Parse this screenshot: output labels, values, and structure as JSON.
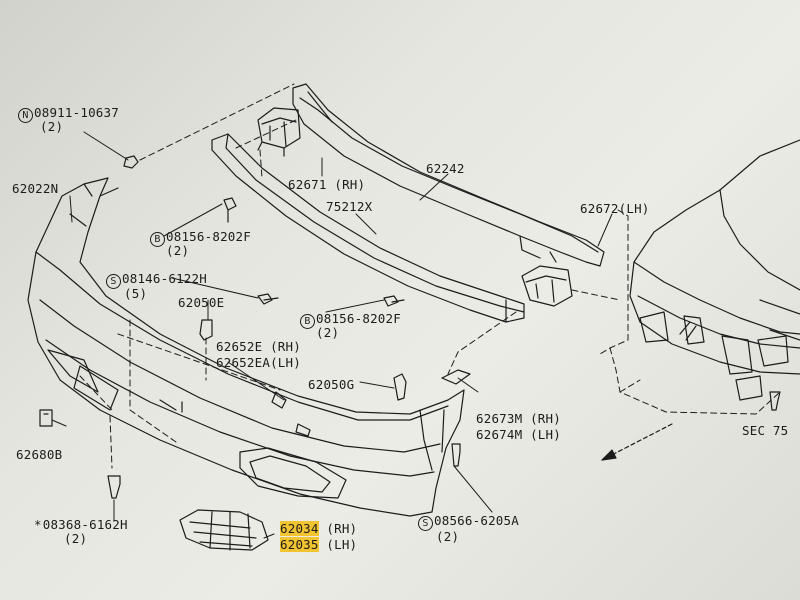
{
  "parts": {
    "p08911": {
      "prefix": "N",
      "number": "08911-10637",
      "qty": "(2)"
    },
    "p62022N": {
      "number": "62022N"
    },
    "p08156a": {
      "prefix": "B",
      "number": "08156-8202F",
      "qty": "(2)"
    },
    "p08146": {
      "prefix": "S",
      "number": "08146-6122H",
      "qty": "(5)"
    },
    "p62050E": {
      "number": "62050E"
    },
    "p62652": {
      "rh": "62652E (RH)",
      "lh": "62652EA(LH)"
    },
    "p62680B": {
      "number": "62680B"
    },
    "p08368": {
      "prefix": "*",
      "number": "08368-6162H",
      "qty": "(2)"
    },
    "p62034": {
      "rh_num": "62034",
      "rh_side": " (RH)",
      "lh_num": "62035",
      "lh_side": " (LH)"
    },
    "p62671": {
      "number": "62671 (RH)"
    },
    "p62242": {
      "number": "62242"
    },
    "p75212X": {
      "number": "75212X"
    },
    "p08156b": {
      "prefix": "B",
      "number": "08156-8202F",
      "qty": "(2)"
    },
    "p62050G": {
      "number": "62050G"
    },
    "p62672": {
      "number": "62672(LH)"
    },
    "p62673M": {
      "rh": "62673M (RH)",
      "lh": "62674M (LH)"
    },
    "p08566": {
      "prefix": "S",
      "number": "08566-6205A",
      "qty": "(2)"
    },
    "sec": {
      "text": "SEC 75"
    }
  },
  "colors": {
    "ink": "#1c1c1c",
    "highlight": "#f3c431",
    "paper": "#e8e8e2"
  }
}
